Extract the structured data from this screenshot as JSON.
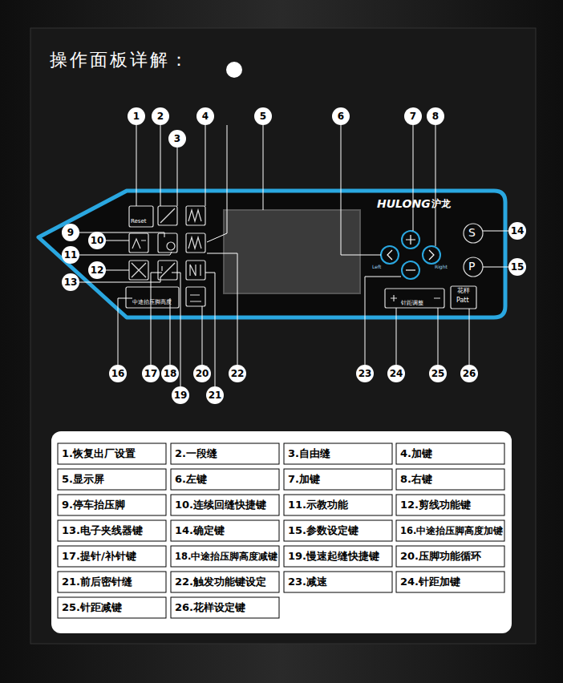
{
  "diagram": {
    "title": "操作面板详解：",
    "nodes": [
      {
        "text": [
          "1"
        ]
      },
      {
        "text": [
          "2"
        ]
      },
      {
        "text": [
          "3"
        ]
      },
      {
        "text": [
          "4"
        ]
      },
      {
        "text": [
          "5"
        ]
      },
      {
        "text": [
          "6"
        ]
      },
      {
        "text": [
          "7"
        ]
      },
      {
        "text": [
          "8"
        ]
      },
      {
        "text": [
          "9"
        ]
      },
      {
        "text": [
          "10"
        ]
      },
      {
        "text": [
          "11"
        ]
      },
      {
        "text": [
          "12"
        ]
      },
      {
        "text": [
          "13"
        ]
      },
      {
        "text": [
          "14"
        ]
      },
      {
        "text": [
          "15"
        ]
      },
      {
        "text": [
          "16"
        ]
      },
      {
        "text": [
          "17"
        ]
      },
      {
        "text": [
          "18"
        ]
      },
      {
        "text": [
          "19"
        ]
      },
      {
        "text": [
          "20"
        ]
      },
      {
        "text": [
          "21"
        ]
      },
      {
        "text": [
          "22"
        ]
      },
      {
        "text": [
          "23"
        ]
      },
      {
        "text": [
          "24"
        ]
      },
      {
        "text": [
          "25"
        ]
      },
      {
        "text": [
          "26"
        ]
      }
    ],
    "labels": [
      "HULONG",
      "沪龙",
      "Reset",
      "Left",
      "Right",
      "S",
      "P",
      "花样",
      "Patt",
      "中途抬压脚高度",
      "针距调整",
      "1.恢复出厂设置",
      "2.一段缝",
      "3.自由缝",
      "4.加键",
      "5.显示屏",
      "6.左键",
      "7.加键",
      "8.右键",
      "9.停车抬压脚",
      "10.连续回缝快捷键",
      "11.示教功能",
      "12.剪线功能键",
      "13.电子夹线器键",
      "14.确定键",
      "15.参数设定键",
      "16.中途抬压脚高度加键",
      "17.提针/补针键",
      "18.中途抬压脚高度减键",
      "19.慢速起缝快捷键",
      "20.压脚功能循环",
      "21.前后密针缝",
      "22.触发功能键设定",
      "23.减速",
      "24.针距加键",
      "25.针距减键",
      "26.花样设定键"
    ]
  }
}
